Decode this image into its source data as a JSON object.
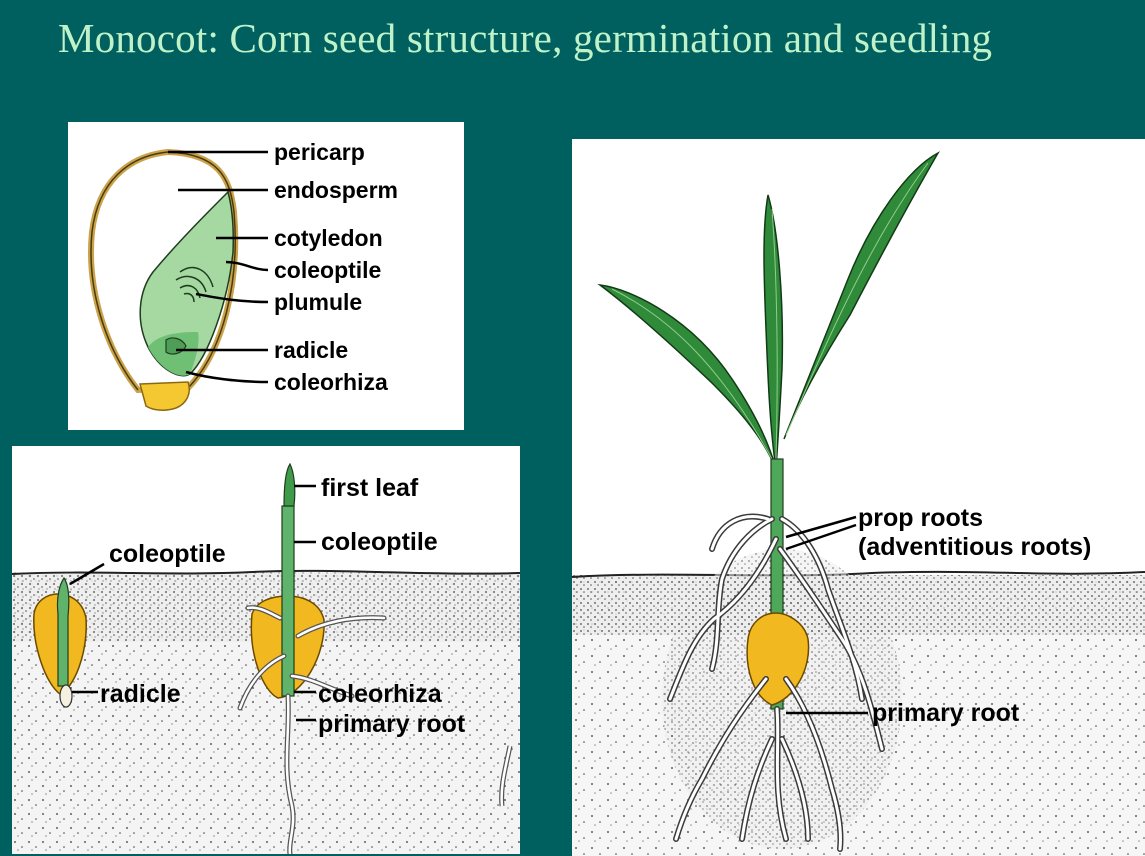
{
  "title": "Monocot: Corn seed structure, germination and seedling",
  "colors": {
    "background": "#00605f",
    "title_text": "#bff2c8",
    "embryo_green": "#9fd29f",
    "leaf_green": "#2f8a3a",
    "kernel_yellow": "#f2b81f",
    "pericarp_tan": "#c9a24a"
  },
  "seed_structure": {
    "labels": {
      "pericarp": "pericarp",
      "endosperm": "endosperm",
      "cotyledon": "cotyledon",
      "coleoptile": "coleoptile",
      "plumule": "plumule",
      "radicle": "radicle",
      "coleorhiza": "coleorhiza"
    }
  },
  "germination": {
    "labels": {
      "first_leaf": "first leaf",
      "coleoptile_stage2": "coleoptile",
      "coleoptile_stage1": "coleoptile",
      "radicle": "radicle",
      "coleorhiza": "coleorhiza",
      "primary_root": "primary root"
    }
  },
  "seedling": {
    "labels": {
      "prop_roots_line1": "prop roots",
      "prop_roots_line2": "(adventitious roots)",
      "primary_root": "primary root"
    }
  }
}
